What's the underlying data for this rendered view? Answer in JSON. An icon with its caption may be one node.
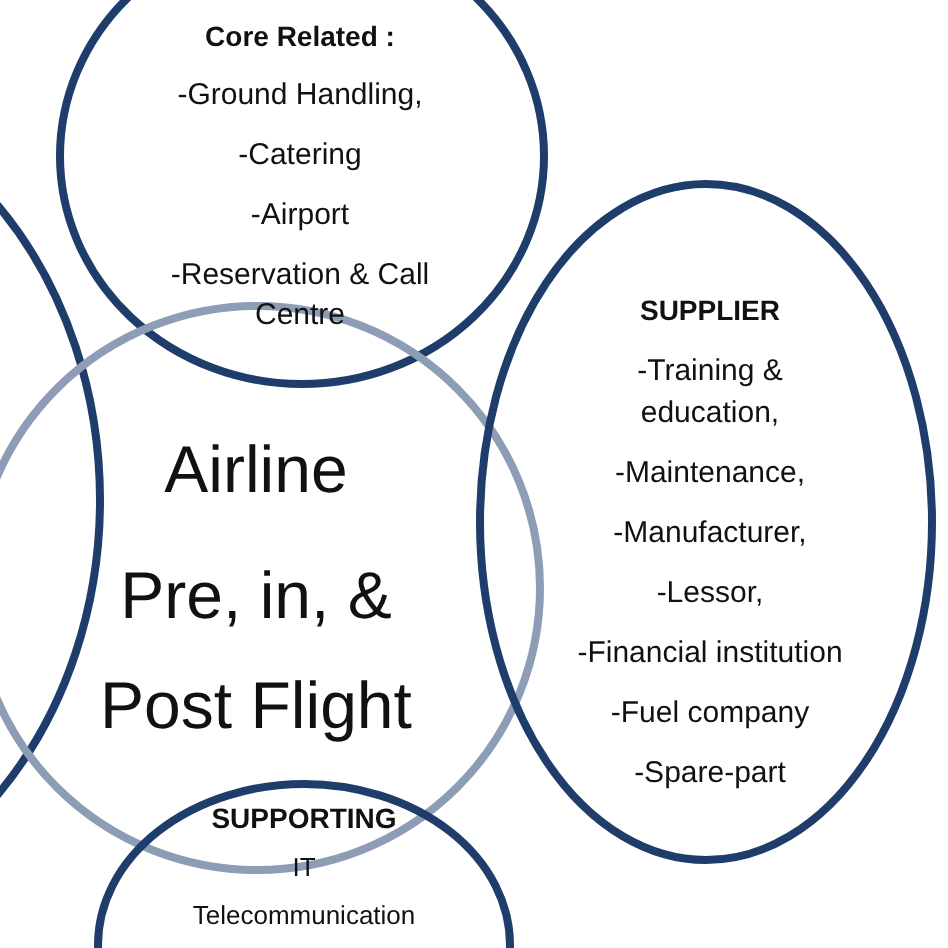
{
  "diagram": {
    "nodes": [
      {
        "text": [
          "Core Related :",
          "-Ground Handling,",
          "-Catering",
          "-Airport",
          "-Reservation & Call Centre"
        ]
      },
      {
        "text": [],
        "shape": "circle"
      },
      {
        "text": [
          "Airline",
          "Pre, in, & Post Flight"
        ]
      },
      {
        "text": [
          "SUPPLIER",
          "-Training & education,",
          "-Maintenance,",
          "-Manufacturer,",
          "-Lessor,",
          "-Financial institution",
          "-Fuel company",
          "-Spare-part"
        ]
      },
      {
        "text": [
          "SUPPORTING",
          "IT",
          "Telecommunication"
        ]
      }
    ]
  }
}
